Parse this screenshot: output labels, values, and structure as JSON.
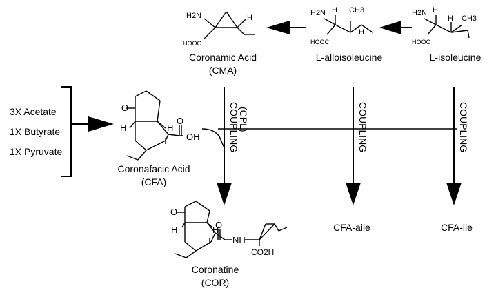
{
  "substrates": {
    "acetate": "3X Acetate",
    "butyrate": "1X Butyrate",
    "pyruvate": "1X Pyruvate"
  },
  "cfa": {
    "name": "Coronafacic Acid",
    "abbr": "(CFA)"
  },
  "cma": {
    "name": "Coronamic Acid",
    "abbr": "(CMA)"
  },
  "allo": {
    "name": "L-alloisoleucine"
  },
  "ile": {
    "name": "L-isoleucine"
  },
  "cor": {
    "name": "Coronatine",
    "abbr": "(COR)"
  },
  "products": {
    "cfa_aile": "CFA-aile",
    "cfa_ile": "CFA-ile"
  },
  "coupling": {
    "main": "COUPLING",
    "cpl": "(CPL)",
    "aile": "COUPLING",
    "ile": "COUPLING"
  },
  "atoms": {
    "h2n": "H2N",
    "hooc": "HOOC",
    "ch3": "CH3",
    "h": "H",
    "o": "O",
    "oh": "OH",
    "nh": "NH",
    "co2h": "CO2H"
  },
  "colors": {
    "ink": "#000000",
    "background": "#ffffff"
  }
}
